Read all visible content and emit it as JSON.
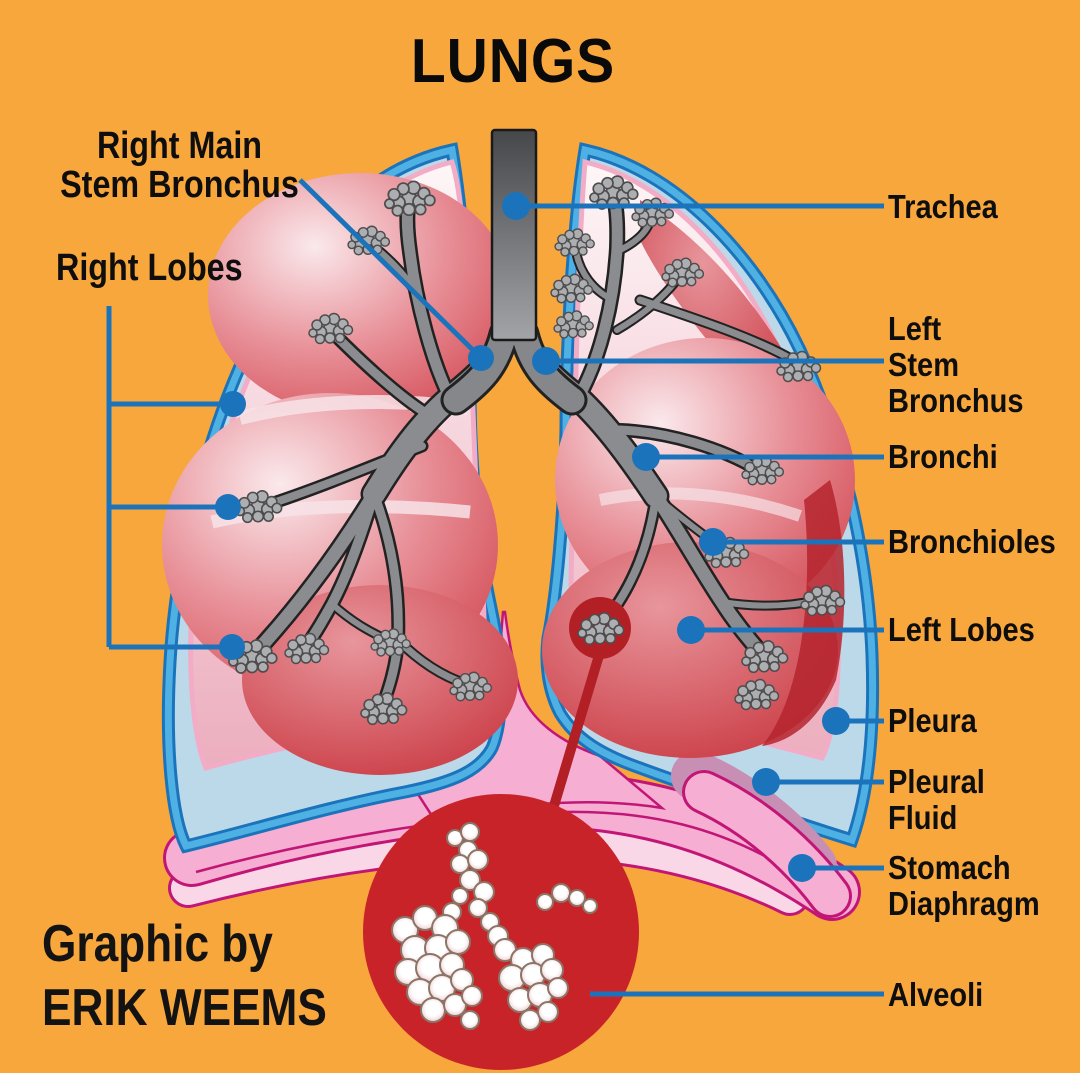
{
  "title": "LUNGS",
  "credit": {
    "l1": "Graphic by",
    "l2": "ERIK WEEMS"
  },
  "labels": {
    "right_main_stem_bronchus": {
      "l1": "Right Main",
      "l2": "Stem Bronchus"
    },
    "right_lobes": "Right Lobes",
    "trachea": "Trachea",
    "left_stem_bronchus": {
      "l1": "Left",
      "l2": "Stem",
      "l3": "Bronchus"
    },
    "bronchi": "Bronchi",
    "bronchioles": "Bronchioles",
    "left_lobes": "Left Lobes",
    "pleura": "Pleura",
    "pleural_fluid": {
      "l1": "Pleural",
      "l2": "Fluid"
    },
    "stomach_diaphragm": {
      "l1": "Stomach",
      "l2": "Diaphragm"
    },
    "alveoli": "Alveoli"
  },
  "colors": {
    "background": "#F8A73D",
    "leader_blue": "#1B74BB",
    "lung_outline_cyan": "#4FB0E3",
    "lung_fill_pale_pink": "#F9E4E8",
    "lobe_red": "#CC3640",
    "bronchus_gray": "#8A8C8F",
    "alveoli_gray": "#ACAEB1",
    "pleural_fluid_blue": "#BCD9EA",
    "diaphragm_pink": "#F6AED2",
    "diaphragm_magenta": "#C21677",
    "inset_circle_red": "#C9232A",
    "highlight_red": "#B22026",
    "text_black": "#0E0E0E"
  }
}
